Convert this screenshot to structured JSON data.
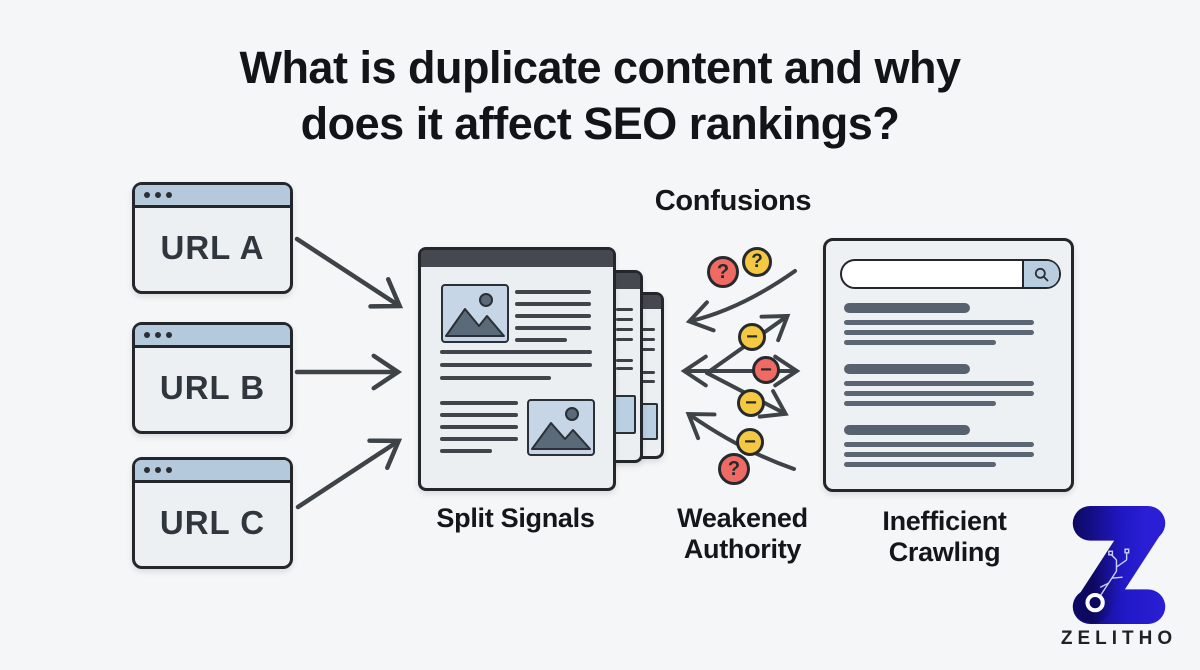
{
  "title": "What is duplicate content and why\ndoes it affect SEO rankings?",
  "source_windows": [
    {
      "label": "URL A"
    },
    {
      "label": "URL B"
    },
    {
      "label": "URL C"
    }
  ],
  "diagram": {
    "confusions_label": "Confusions",
    "captions": [
      {
        "id": "split-signals",
        "text": "Split Signals"
      },
      {
        "id": "weakened-authority",
        "text": "Weakened\nAuthority"
      },
      {
        "id": "inefficient-crawling",
        "text": "Inefficient\nCrawling"
      }
    ],
    "badges": [
      {
        "glyph": "?",
        "color": "red"
      },
      {
        "glyph": "?",
        "color": "yellow"
      },
      {
        "glyph": "−",
        "color": "yellow"
      },
      {
        "glyph": "−",
        "color": "red"
      },
      {
        "glyph": "−",
        "color": "yellow"
      },
      {
        "glyph": "−",
        "color": "yellow"
      },
      {
        "glyph": "?",
        "color": "red"
      }
    ]
  },
  "brand": {
    "name": "ZELITHO"
  },
  "icons": {
    "window_dots": "window-dots-icon",
    "image_placeholder": "image-icon",
    "search": "magnifier-icon",
    "arrow": "arrow-icon",
    "logo": "zelitho-z-logo"
  },
  "palette": {
    "background": "#f4f6f7",
    "ink": "#121417",
    "box_stroke": "#23272c",
    "arrow": "#3e4348",
    "titlebar_blue": "#b5c9dd",
    "panel_bg": "#edf0f2",
    "page_header_gray": "#45494f",
    "result_line_gray": "#5c6672",
    "image_placeholder_blue": "#c6d6e6",
    "badge_yellow": "#f5c842",
    "badge_red": "#ee6a62",
    "logo_blue_dark": "#0d0960",
    "logo_blue_bright": "#2a1fd4"
  }
}
